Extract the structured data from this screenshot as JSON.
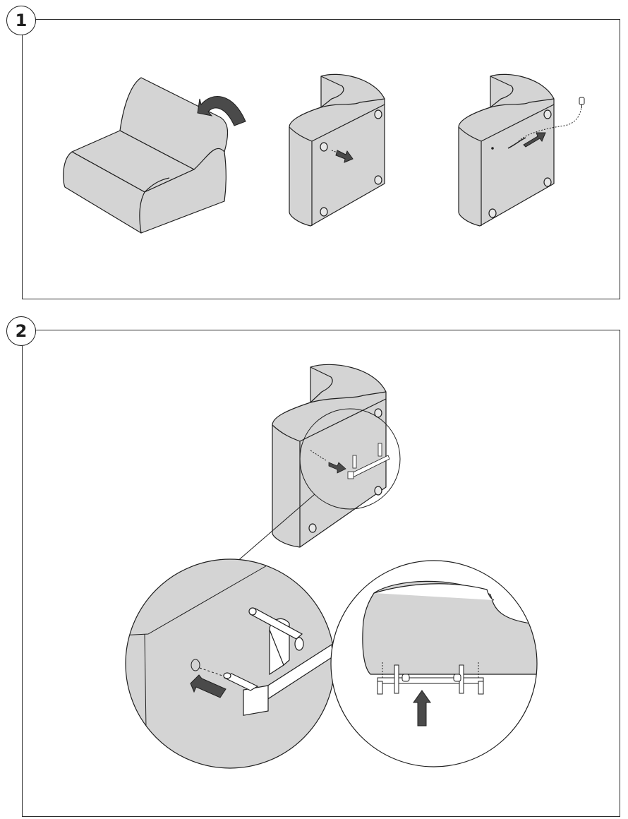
{
  "steps": [
    {
      "number": "1"
    },
    {
      "number": "2"
    }
  ],
  "colors": {
    "fill": "#d4d4d4",
    "line": "#1f1f1f",
    "arrow": "#4a4a4a"
  },
  "icons": [
    "curved-arrow-icon",
    "straight-arrow-icon",
    "up-arrow-icon",
    "zoom-callout-circle"
  ]
}
